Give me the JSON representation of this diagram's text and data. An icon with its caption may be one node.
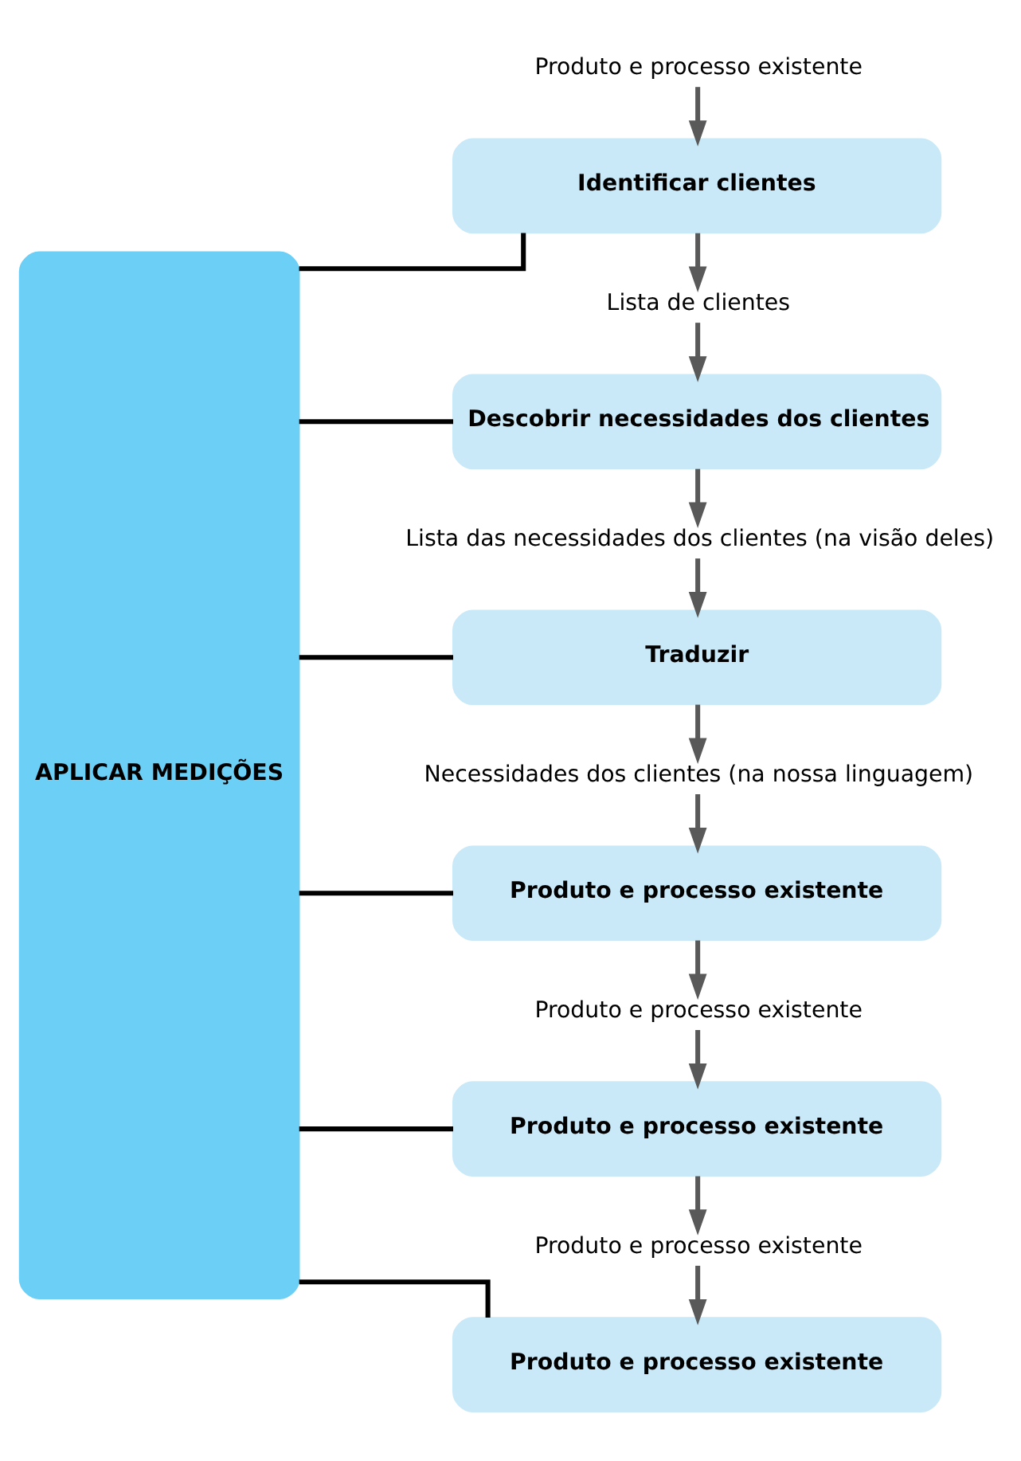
{
  "diagram": {
    "nodes": [
      {
        "text": [
          "Produto e processo existente"
        ]
      },
      {
        "text": [
          "APLICAR MEDIÇÕES"
        ]
      },
      {
        "text": [
          "Identificar clientes"
        ]
      },
      {
        "text": [
          "Lista de clientes"
        ]
      },
      {
        "text": [
          "Descobrir necessidades dos clientes"
        ]
      },
      {
        "text": [
          "Lista das necessidades dos clientes (na visão deles)"
        ]
      },
      {
        "text": [
          "Traduzir"
        ]
      },
      {
        "text": [
          "Necessidades dos clientes (na nossa linguagem)"
        ]
      },
      {
        "text": [
          "Produto e processo existente"
        ]
      },
      {
        "text": [
          "Produto e processo existente"
        ]
      },
      {
        "text": [
          "Produto e processo existente"
        ]
      },
      {
        "text": [
          "Produto e processo existente"
        ]
      },
      {
        "text": [
          "Produto e processo existente"
        ]
      }
    ],
    "edges": [
      {
        "from": 0,
        "to": 2,
        "arrow": "to"
      },
      {
        "from": 2,
        "to": 3,
        "arrow": "to"
      },
      {
        "from": 3,
        "to": 4,
        "arrow": "to"
      },
      {
        "from": 4,
        "to": 5,
        "arrow": "to"
      },
      {
        "from": 5,
        "to": 6,
        "arrow": "to"
      },
      {
        "from": 6,
        "to": 7,
        "arrow": "to"
      },
      {
        "from": 7,
        "to": 8,
        "arrow": "to"
      },
      {
        "from": 8,
        "to": 9,
        "arrow": "to"
      },
      {
        "from": 9,
        "to": 10,
        "arrow": "to"
      },
      {
        "from": 10,
        "to": 11,
        "arrow": "to"
      },
      {
        "from": 11,
        "to": 12,
        "arrow": "to"
      },
      {
        "from": 1,
        "to": 2,
        "arrow": "none",
        "color": "#000000"
      },
      {
        "from": 1,
        "to": 4,
        "arrow": "none",
        "color": "#000000"
      },
      {
        "from": 1,
        "to": 6,
        "arrow": "none",
        "color": "#000000"
      },
      {
        "from": 1,
        "to": 8,
        "arrow": "none",
        "color": "#000000"
      },
      {
        "from": 1,
        "to": 10,
        "arrow": "none",
        "color": "#000000"
      },
      {
        "from": 1,
        "to": 12,
        "arrow": "none",
        "color": "#000000"
      }
    ]
  }
}
